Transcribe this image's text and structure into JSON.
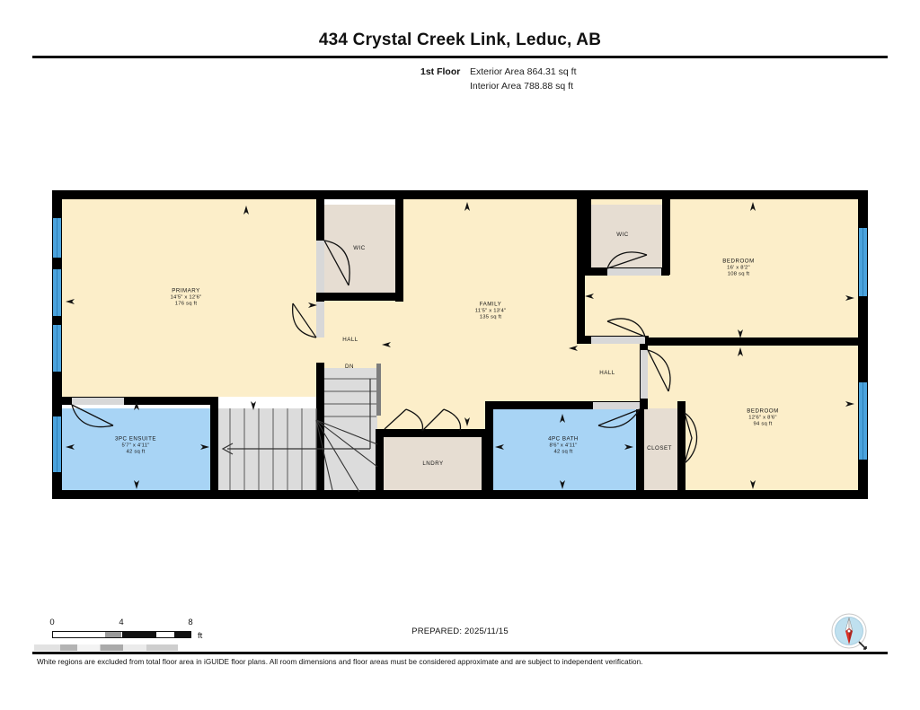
{
  "header": {
    "title": "434 Crystal Creek Link, Leduc, AB",
    "floor_label": "1st Floor",
    "exterior_area": "Exterior Area 864.31 sq ft",
    "interior_area": "Interior Area 788.88 sq ft"
  },
  "rooms": [
    {
      "id": "primary",
      "name": "PRIMARY",
      "dimensions": "14'5\" x 12'6\"",
      "area": "176 sq ft"
    },
    {
      "id": "wic-left",
      "name": "WIC",
      "dimensions": "",
      "area": ""
    },
    {
      "id": "family",
      "name": "FAMILY",
      "dimensions": "11'5\" x 13'4\"",
      "area": "135 sq ft"
    },
    {
      "id": "wic-right",
      "name": "WIC",
      "dimensions": "",
      "area": ""
    },
    {
      "id": "bedroom-1",
      "name": "BEDROOM",
      "dimensions": "16' x 8'2\"",
      "area": "108 sq ft"
    },
    {
      "id": "bedroom-2",
      "name": "BEDROOM",
      "dimensions": "12'6\" x 8'6\"",
      "area": "94 sq ft"
    },
    {
      "id": "hall-left",
      "name": "HALL",
      "dimensions": "",
      "area": ""
    },
    {
      "id": "hall-right",
      "name": "HALL",
      "dimensions": "",
      "area": ""
    },
    {
      "id": "stairs-dn",
      "name": "DN",
      "dimensions": "",
      "area": ""
    },
    {
      "id": "ensuite",
      "name": "3PC ENSUITE",
      "dimensions": "5'7\" x 4'11\"",
      "area": "42 sq ft"
    },
    {
      "id": "laundry",
      "name": "LNDRY",
      "dimensions": "",
      "area": ""
    },
    {
      "id": "bath-4pc",
      "name": "4PC BATH",
      "dimensions": "8'6\" x 4'11\"",
      "area": "42 sq ft"
    },
    {
      "id": "closet",
      "name": "CLOSET",
      "dimensions": "",
      "area": ""
    }
  ],
  "scale": {
    "ticks": [
      "0",
      "4",
      "8"
    ],
    "unit": "ft"
  },
  "footer": {
    "prepared": "PREPARED: 2025/11/15",
    "disclaimer": "White regions are excluded from total floor area in iGUIDE floor plans. All room dimensions and floor areas must be considered approximate and are subject to independent verification."
  },
  "colors": {
    "room_fill": "#fceec9",
    "bath_fill": "#a8d4f5",
    "closet_fill": "#e6ddd2",
    "stair_fill": "#dcdcdc",
    "wall": "#000000",
    "window": "#4ba3dd",
    "compass_needle": "#d93025"
  }
}
